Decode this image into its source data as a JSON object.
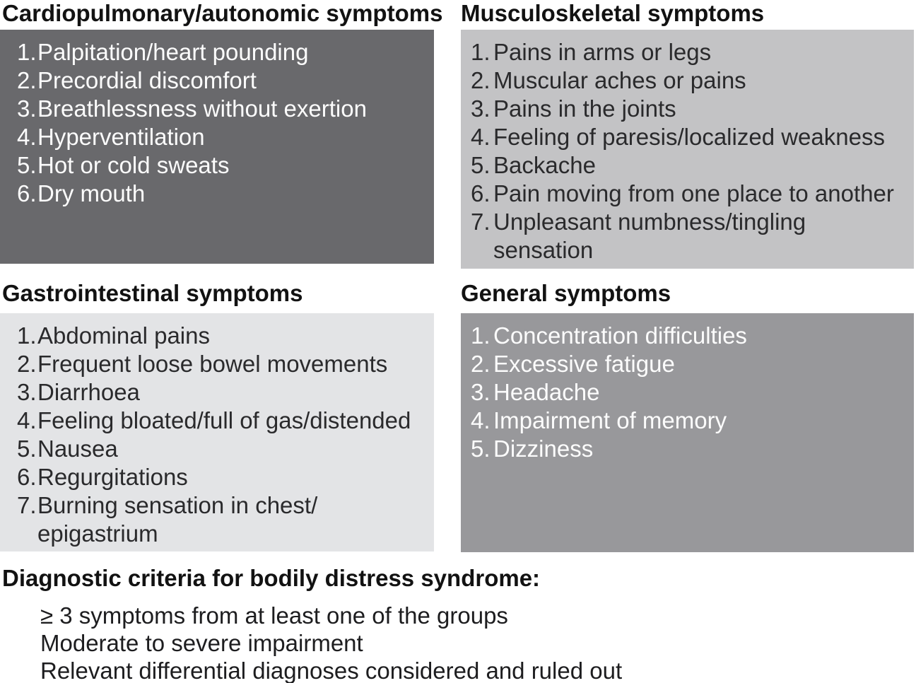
{
  "groups": [
    {
      "key": "cardiopulmonary",
      "title": "Cardiopulmonary/autonomic symptoms",
      "bg": "#69696c",
      "fg": "#fcfcfc",
      "items": [
        "Palpitation/heart pounding",
        "Precordial discomfort",
        "Breathlessness without exertion",
        "Hyperventilation",
        "Hot or cold sweats",
        "Dry mouth"
      ]
    },
    {
      "key": "musculoskeletal",
      "title": "Musculoskeletal symptoms",
      "bg": "#c3c3c5",
      "fg": "#2a2a2c",
      "items": [
        "Pains in arms or legs",
        "Muscular aches or pains",
        "Pains in the joints",
        "Feeling of paresis/localized weakness",
        "Backache",
        "Pain moving from one place to another",
        "Unpleasant numbness/tingling\nsensation"
      ]
    },
    {
      "key": "gastrointestinal",
      "title": "Gastrointestinal symptoms",
      "bg": "#e3e4e6",
      "fg": "#2a2a2c",
      "items": [
        "Abdominal pains",
        "Frequent loose bowel movements",
        "Diarrhoea",
        "Feeling bloated/full of gas/distended",
        "Nausea",
        "Regurgitations",
        "Burning sensation in chest/\nepigastrium"
      ]
    },
    {
      "key": "general",
      "title": "General symptoms",
      "bg": "#98989b",
      "fg": "#fcfcfc",
      "items": [
        "Concentration difficulties",
        "Excessive fatigue",
        "Headache",
        "Impairment of memory",
        "Dizziness"
      ]
    }
  ],
  "criteria": {
    "title": "Diagnostic criteria for bodily distress syndrome:",
    "lines": [
      "≥ 3 symptoms from at least one of the groups",
      "Moderate to severe impairment",
      "Relevant differential diagnoses considered and ruled out"
    ]
  },
  "colors": {
    "background": "#ffffff",
    "heading_text": "#121212",
    "light_list_text": "#2a2a2c",
    "dark_box_text": "#fcfcfc"
  }
}
